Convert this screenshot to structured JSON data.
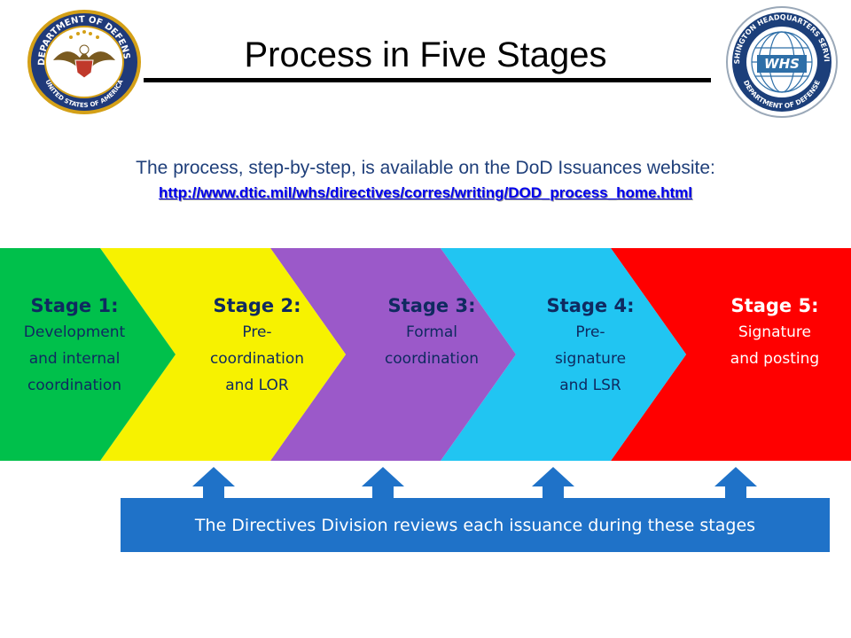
{
  "header": {
    "title": "Process in Five Stages",
    "left_seal": {
      "ring_text": "DEPARTMENT OF DEFENSE",
      "bottom_text": "UNITED STATES OF AMERICA"
    },
    "right_seal": {
      "ring_text": "WASHINGTON HEADQUARTERS SERVICES",
      "center_text": "WHS",
      "bottom_text": "DEPARTMENT OF DEFENSE"
    }
  },
  "intro": {
    "text": "The process, step-by-step, is available on the DoD Issuances website:",
    "link": "http://www.dtic.mil/whs/directives/corres/writing/DOD_process_home.html"
  },
  "stages": [
    {
      "title": "Stage 1:",
      "desc": "Development\nand internal\ncoordination",
      "color": "#00c04b",
      "text_color": "#0f2a60"
    },
    {
      "title": "Stage 2:",
      "desc": "Pre-\ncoordination\nand LOR",
      "color": "#f7f200",
      "text_color": "#0f2a60"
    },
    {
      "title": "Stage 3:",
      "desc": "Formal\ncoordination",
      "color": "#9b59c9",
      "text_color": "#0f2a60"
    },
    {
      "title": "Stage 4:",
      "desc": "Pre-\nsignature\nand LSR",
      "color": "#21c5f2",
      "text_color": "#0f2a60"
    },
    {
      "title": "Stage 5:",
      "desc": "Signature\nand posting",
      "color": "#ff0000",
      "text_color": "#ffffff"
    }
  ],
  "review_banner": {
    "text": "The Directives Division reviews each issuance during these stages",
    "color": "#1f72c8"
  }
}
